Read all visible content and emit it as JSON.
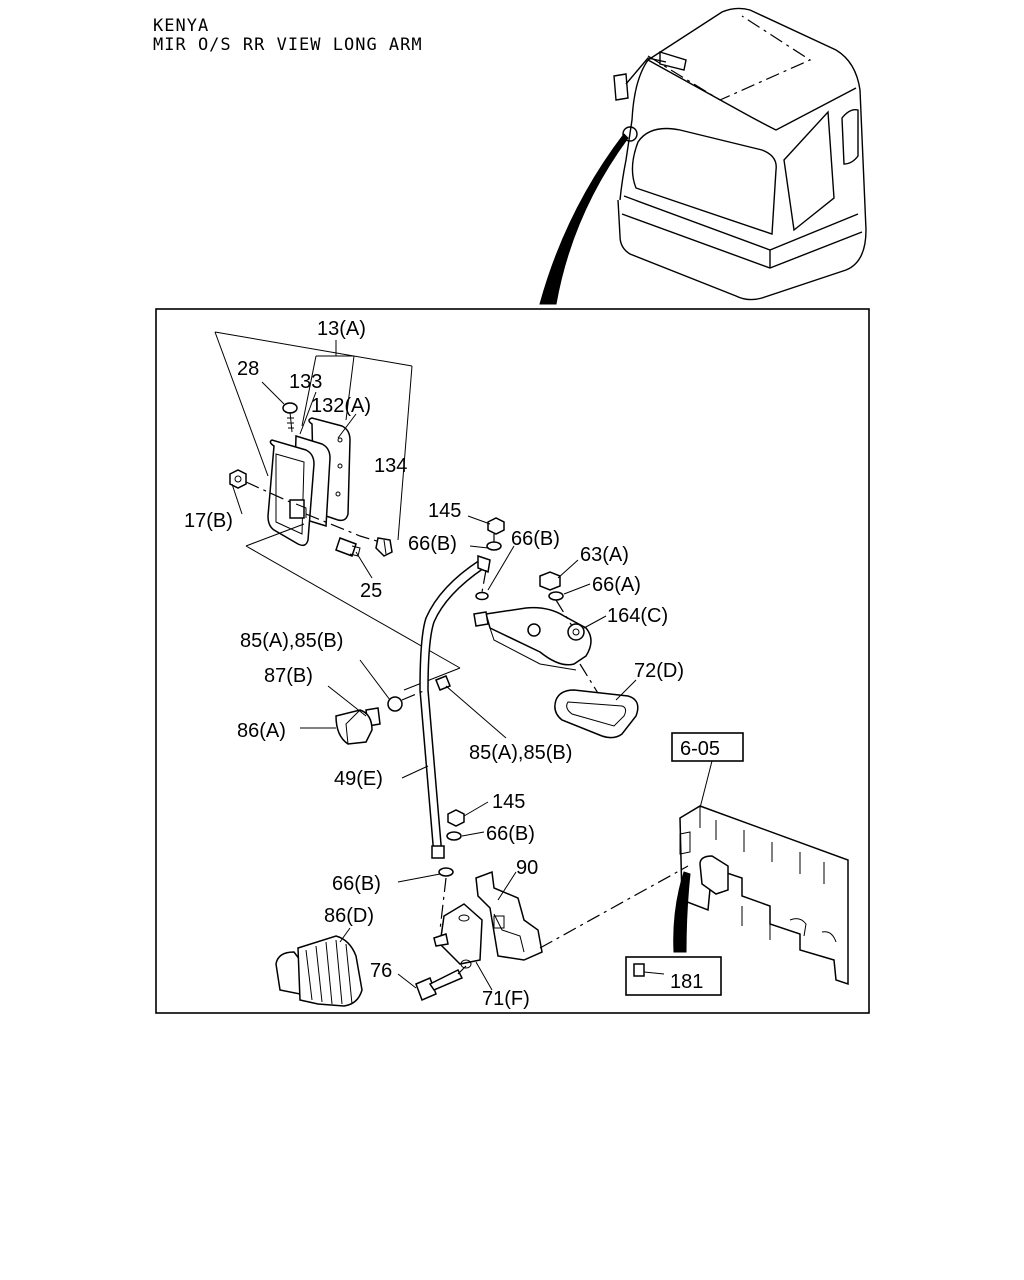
{
  "header": {
    "line1": "KENYA",
    "line2": "MIR O/S RR VIEW LONG ARM"
  },
  "labels": {
    "p13a": "13(A)",
    "p28": "28",
    "p133": "133",
    "p132a": "132(A)",
    "p134": "134",
    "p17b": "17(B)",
    "p25": "25",
    "p145_top": "145",
    "p66b_1": "66(B)",
    "p66b_2": "66(B)",
    "p63a": "63(A)",
    "p66a": "66(A)",
    "p164c": "164(C)",
    "p72d": "72(D)",
    "p85ab_1": "85(A),85(B)",
    "p87b": "87(B)",
    "p86a": "86(A)",
    "p85ab_2": "85(A),85(B)",
    "p49e": "49(E)",
    "p145_bot": "145",
    "p66b_3": "66(B)",
    "p90": "90",
    "p66b_4": "66(B)",
    "p86d": "86(D)",
    "p76": "76",
    "p71f": "71(F)",
    "p6_05": "6-05",
    "p181": "181"
  }
}
